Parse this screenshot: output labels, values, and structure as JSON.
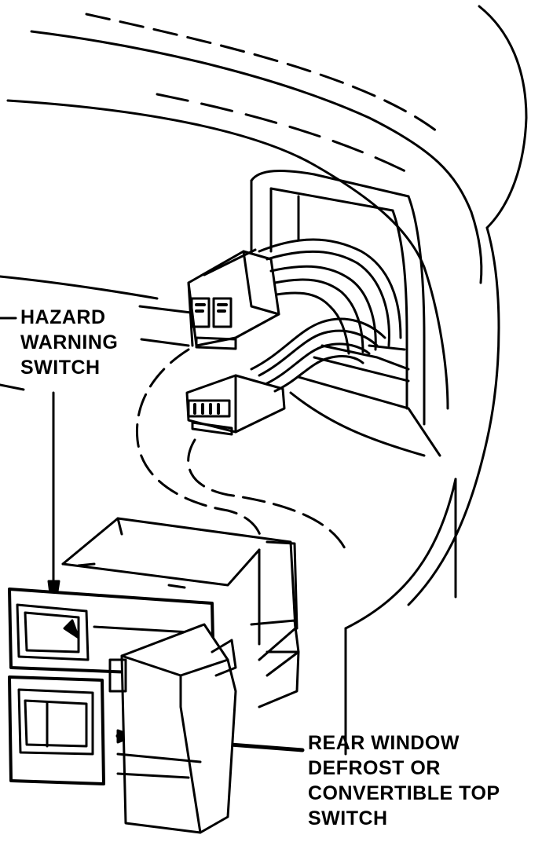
{
  "labels": {
    "hazard_switch": [
      "HAZARD",
      "WARNING",
      "SWITCH"
    ],
    "defrost_switch": [
      "REAR WINDOW",
      "DEFROST OR",
      "CONVERTIBLE TOP",
      "SWITCH"
    ]
  },
  "colors": {
    "ink": "#000000",
    "paper": "#ffffff"
  }
}
